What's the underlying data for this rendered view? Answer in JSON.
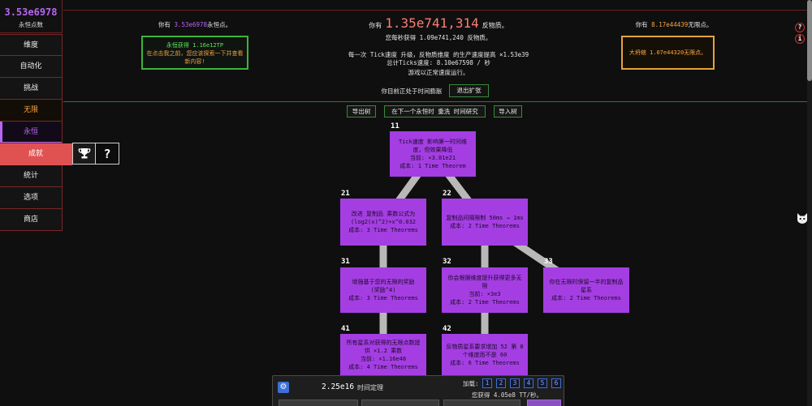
{
  "colors": {
    "eternity": "#b766f0",
    "antimatter": "#ff7e73",
    "infinity": "#ffa53c",
    "study": "#a43ee3",
    "accent-green": "#3cb43c",
    "active-tab": "#e05252",
    "preset-blue": "#3d6fd6"
  },
  "sidebar": {
    "currency_value": "3.53e6978",
    "currency_label": "永恒点数",
    "items": [
      {
        "label": "维度"
      },
      {
        "label": "自动化"
      },
      {
        "label": "挑战"
      },
      {
        "label": "无限"
      },
      {
        "label": "永恒"
      },
      {
        "label": "成就"
      },
      {
        "label": "统计"
      },
      {
        "label": "选项"
      },
      {
        "label": "商店"
      }
    ],
    "subtabs": [
      {
        "icon": "trophy-icon"
      },
      {
        "icon": "help-icon",
        "glyph": "?"
      }
    ]
  },
  "header": {
    "eternity_points": {
      "prefix": "你有",
      "value": "3.53e6978",
      "suffix": "永恒点。"
    },
    "eternity_button": {
      "gain": "永恒获得 1.16e12TP",
      "hint_line1": "在点击我之前，您应该探索一下并查看",
      "hint_line2": "新内容!"
    },
    "antimatter": {
      "prefix": "你有",
      "value": "1.35e741,314",
      "suffix": "反物质。"
    },
    "antimatter_rate": "您每秒获得 1.09e741,240 反物质。",
    "tickspeed_upgrade": "每一次 Tick速度 升级，反物质维度 的生产速度提高 ×1.53e39",
    "tickspeed_total": "总计Ticks速度: 8.10e67598 / 秒",
    "game_speed": "游戏以正常速度运行。",
    "infinity_points": {
      "prefix": "你有",
      "value": "8.17e44439",
      "suffix": "无限点。"
    },
    "big_crunch_button": "大坍缩 1.07e44320无限点。"
  },
  "corner_icons": {
    "help": {
      "icon": "help-icon",
      "glyph": "?"
    },
    "info": {
      "icon": "info-icon",
      "glyph": "i"
    },
    "cat": {
      "icon": "cat-icon"
    }
  },
  "dilation": {
    "status": "你目前正处于时间膨胀",
    "exit_button": "退出扩张"
  },
  "tree_toolbar": {
    "export": "导出树",
    "respec": "在下一个永恒时 重洗 时间研究",
    "import": "导入树"
  },
  "time_studies": [
    {
      "id": "11",
      "lines": [
        "Tick速度 影响第一时间维",
        "度，但效果降低",
        "当前: ×3.81e21",
        "成本: 1 Time Theorem"
      ]
    },
    {
      "id": "21",
      "lines": [
        "改进 复制品 乘数公式为",
        "(log2(x)^2)+x^0.032",
        "成本: 3 Time Theorems"
      ]
    },
    {
      "id": "22",
      "lines": [
        "复制品间隔限制 50ms → 1ms",
        "成本: 2 Time Theorems"
      ]
    },
    {
      "id": "31",
      "lines": [
        "增强基于您的无限的奖励",
        "(奖励^4)",
        "成本: 3 Time Theorems"
      ]
    },
    {
      "id": "32",
      "lines": [
        "你会根据维度提升获得更多无",
        "限",
        "当前: ×3e3",
        "成本: 2 Time Theorems"
      ]
    },
    {
      "id": "33",
      "lines": [
        "你在无限时保留一半的复制品",
        "星系",
        "成本: 2 Time Theorems"
      ]
    },
    {
      "id": "41",
      "lines": [
        "所有星系对获得的无限点数提",
        "供 ×1.2 乘数",
        "当前: ×1.16e48",
        "成本: 4 Time Theorems"
      ]
    },
    {
      "id": "42",
      "lines": [
        "反物质星系要求增加 52 第 8",
        "个维度而不是 60",
        "成本: 6 Time Theorems"
      ]
    }
  ],
  "tt_panel": {
    "settings_icon": "gear-icon",
    "amount": "2.25e16",
    "label": "时间定理",
    "presets_label": "加载:",
    "presets": [
      "1",
      "2",
      "3",
      "4",
      "5",
      "6"
    ],
    "rate": "您获得 4.05e8 TT/秒。"
  }
}
